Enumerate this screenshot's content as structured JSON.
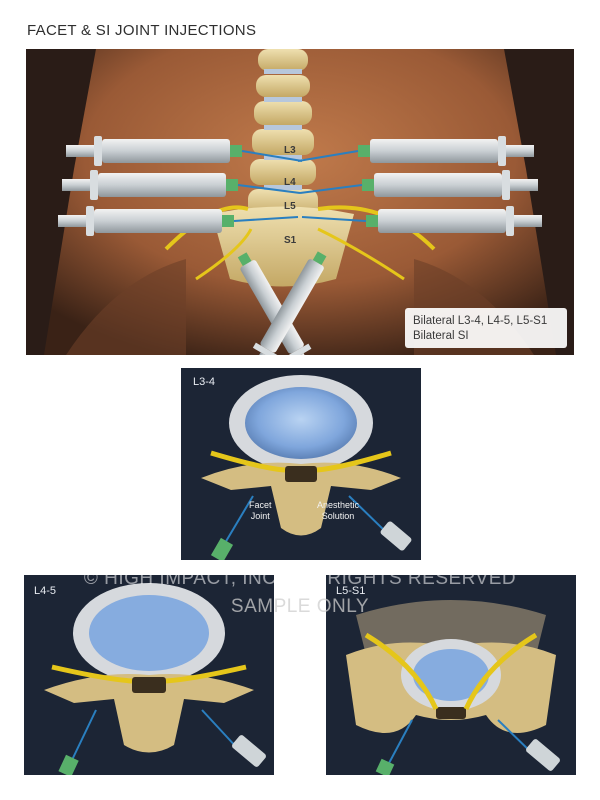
{
  "title": "FACET & SI JOINT INJECTIONS",
  "hero": {
    "vertebra_labels": [
      "L3",
      "L4",
      "L5",
      "S1"
    ],
    "callout": [
      "Bilateral L3-4, L4-5, L5-S1",
      "Bilateral SI"
    ]
  },
  "panels": [
    {
      "label": "L3-4",
      "annotations": [
        {
          "line1": "Facet",
          "line2": "Joint"
        },
        {
          "line1": "Anesthetic",
          "line2": "Solution"
        }
      ]
    },
    {
      "label": "L4-5"
    },
    {
      "label": "L5-S1"
    }
  ],
  "watermark": {
    "line1": "© HIGH IMPACT, INC. ALL RIGHTS RESERVED",
    "line2": "SAMPLE ONLY"
  },
  "colors": {
    "panel_bg": "#1c2535",
    "skin": "#a2623c",
    "bone": "#d4bd82",
    "disc": "#8fb4e4",
    "nerve": "#e5c61a",
    "needle": "#2a7fc0"
  }
}
